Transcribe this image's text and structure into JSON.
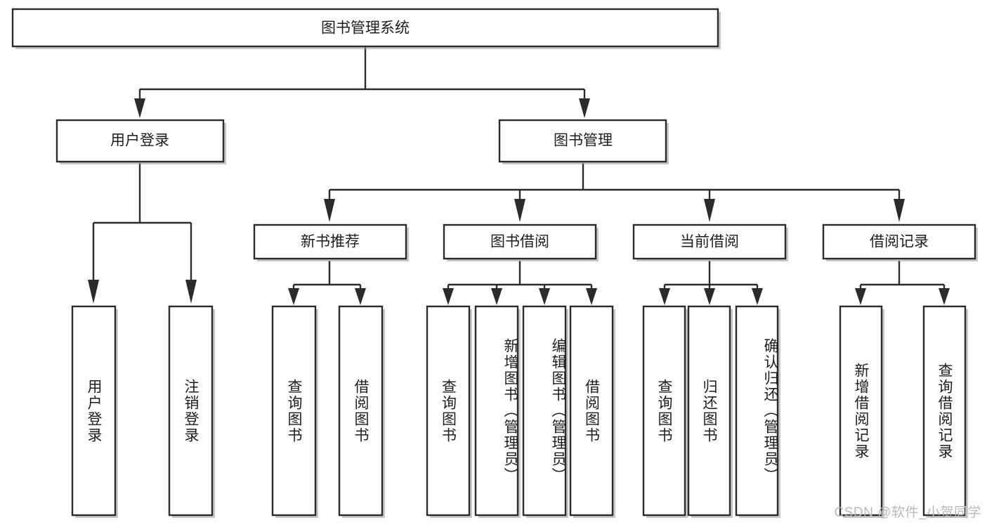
{
  "diagram": {
    "type": "tree-hierarchy-flowchart",
    "title": "图书管理系统",
    "orientation": "top-down",
    "box_fill": "#ffffff",
    "box_stroke": "#2b2b2b",
    "text_color": "#1d1d1d",
    "levels": [
      {
        "level": 1,
        "nodes": [
          {
            "id": "root",
            "label": "图书管理系统",
            "orientation": "horizontal"
          }
        ]
      },
      {
        "level": 2,
        "nodes": [
          {
            "id": "user-login",
            "label": "用户登录",
            "orientation": "horizontal",
            "parent": "root"
          },
          {
            "id": "book-manage",
            "label": "图书管理",
            "orientation": "horizontal",
            "parent": "root"
          }
        ]
      },
      {
        "level": 3,
        "nodes": [
          {
            "id": "new-book-rec",
            "label": "新书推荐",
            "orientation": "horizontal",
            "parent": "book-manage"
          },
          {
            "id": "book-borrow",
            "label": "图书借阅",
            "orientation": "horizontal",
            "parent": "book-manage"
          },
          {
            "id": "current-borrow",
            "label": "当前借阅",
            "orientation": "horizontal",
            "parent": "book-manage"
          },
          {
            "id": "borrow-record",
            "label": "借阅记录",
            "orientation": "horizontal",
            "parent": "book-manage"
          }
        ]
      },
      {
        "level": 4,
        "nodes": [
          {
            "id": "leaf-user-login",
            "label": "用户登录",
            "orientation": "vertical",
            "parent": "user-login"
          },
          {
            "id": "leaf-logout",
            "label": "注销登录",
            "orientation": "vertical",
            "parent": "user-login"
          },
          {
            "id": "leaf-query-book-1",
            "label": "查询图书",
            "orientation": "vertical",
            "parent": "new-book-rec"
          },
          {
            "id": "leaf-borrow-book-1",
            "label": "借阅图书",
            "orientation": "vertical",
            "parent": "new-book-rec"
          },
          {
            "id": "leaf-query-book-2",
            "label": "查询图书",
            "orientation": "vertical",
            "parent": "book-borrow"
          },
          {
            "id": "leaf-add-book",
            "label": "新增图书（管理员）",
            "orientation": "vertical",
            "parent": "book-borrow"
          },
          {
            "id": "leaf-edit-book",
            "label": "编辑图书（管理员）",
            "orientation": "vertical",
            "parent": "book-borrow"
          },
          {
            "id": "leaf-borrow-book-2",
            "label": "借阅图书",
            "orientation": "vertical",
            "parent": "book-borrow"
          },
          {
            "id": "leaf-query-book-3",
            "label": "查询图书",
            "orientation": "vertical",
            "parent": "current-borrow"
          },
          {
            "id": "leaf-return-book",
            "label": "归还图书",
            "orientation": "vertical",
            "parent": "current-borrow"
          },
          {
            "id": "leaf-confirm-return",
            "label": "确认归还（管理员）",
            "orientation": "vertical",
            "parent": "current-borrow"
          },
          {
            "id": "leaf-add-record",
            "label": "新增借阅记录",
            "orientation": "vertical",
            "parent": "borrow-record"
          },
          {
            "id": "leaf-query-record",
            "label": "查询借阅记录",
            "orientation": "vertical",
            "parent": "borrow-record"
          }
        ]
      }
    ]
  },
  "watermark": {
    "text": "CSDN @软件_小贺同学"
  }
}
